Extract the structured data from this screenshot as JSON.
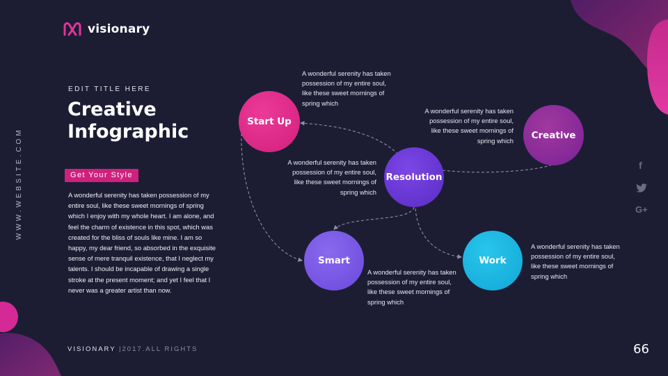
{
  "brand": {
    "name": "visionary"
  },
  "side": {
    "website": "WWW.WEBSITE.COM"
  },
  "header": {
    "edit_title": "EDIT TITLE HERE",
    "title_line1": "Creative",
    "title_line2": "Infographic",
    "badge": "Get Your Style"
  },
  "body_text": "A wonderful serenity has taken possession of my entire soul, like these sweet mornings of spring which I enjoy with my whole heart. I am alone, and feel the charm of existence in this spot, which was created for the bliss of souls like mine. I am so happy, my dear friend, so absorbed in the exquisite sense of mere tranquil existence, that I neglect my talents. I should be incapable of drawing a single stroke at the present moment; and yet I feel that I never was a greater artist than now.",
  "diagram": {
    "nodes": {
      "startup": {
        "label": "Start Up",
        "color": "#e4288a"
      },
      "resolution": {
        "label": "Resolution",
        "color": "#6a34d6"
      },
      "creative": {
        "label": "Creative",
        "color": "#8c2aa4"
      },
      "smart": {
        "label": "Smart",
        "color": "#7a58e6"
      },
      "work": {
        "label": "Work",
        "color": "#18b6e0"
      }
    },
    "descriptions": {
      "startup": [
        "A wonderful serenity has taken",
        "possession of my entire soul,",
        "like these sweet mornings of",
        "spring which"
      ],
      "creative": [
        "A wonderful serenity has taken",
        "possession of my entire soul,",
        "like these sweet mornings of",
        "spring which"
      ],
      "resolution": [
        "A wonderful serenity has taken",
        "possession of my entire soul,",
        "like these sweet mornings of",
        "spring which"
      ],
      "smart": [
        "A wonderful serenity has taken",
        "possession of my entire soul,",
        "like these sweet mornings of",
        "spring which"
      ],
      "work": [
        "A wonderful serenity has taken",
        "possession of my entire soul,",
        "like these sweet mornings of",
        "spring which"
      ]
    }
  },
  "social": {
    "facebook": "f",
    "twitter": "twitter-icon",
    "google": "G+"
  },
  "footer": {
    "brand": "VISIONARY",
    "separator": " |",
    "rights": "2017.ALL RIGHTS",
    "page_number": "66"
  },
  "colors": {
    "background": "#1c1d33",
    "accent_pink": "#d0207e",
    "accent_purple": "#6a34d6",
    "accent_cyan": "#18b6e0"
  }
}
